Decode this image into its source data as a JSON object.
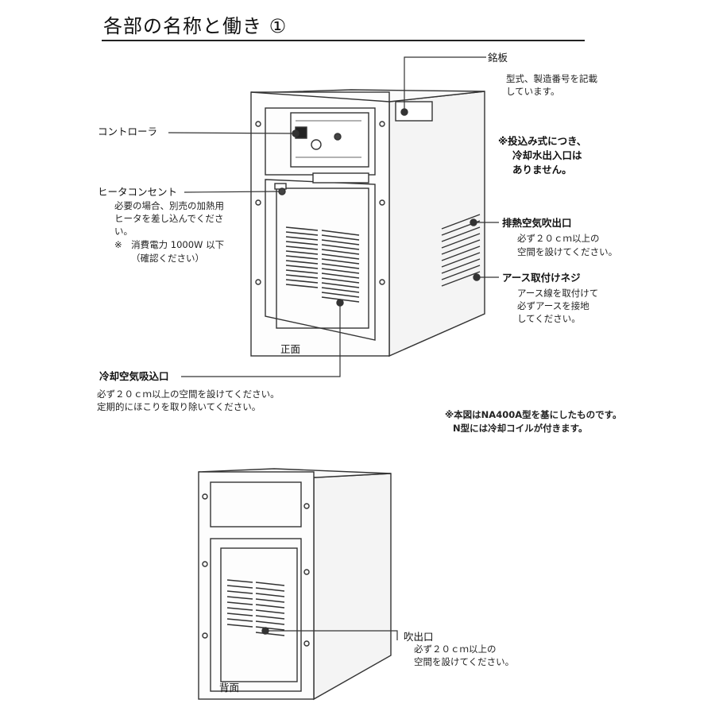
{
  "title": "各部の名称と働き ①",
  "front": {
    "caption": "正面",
    "controller": {
      "label": "コントローラ"
    },
    "nameplate": {
      "label": "銘板",
      "desc": [
        "型式、製造番号を記載",
        "しています。"
      ]
    },
    "no_ports_note": [
      "※投込み式につき、",
      "冷却水出入口は",
      "ありません。"
    ],
    "heater_outlet": {
      "label": "ヒータコンセント",
      "desc": [
        "必要の場合、別売の加熱用",
        "ヒータを差し込んでくださ",
        "い。",
        "※　消費電力 1000W 以下",
        "（確認ください）"
      ]
    },
    "exhaust_vent": {
      "label": "排熱空気吹出口",
      "desc": [
        "必ず２０ｃｍ以上の",
        "空間を設けてください。"
      ]
    },
    "ground_screw": {
      "label": "アース取付けネジ",
      "desc": [
        "アース線を取付けて",
        "必ずアースを接地",
        "してください。"
      ]
    },
    "intake_vent": {
      "label": "冷却空気吸込口",
      "desc": [
        "必ず２０ｃｍ以上の空間を設けてください。",
        "定期的にほこりを取り除いてください。"
      ]
    },
    "model_note": [
      "※本図はNA400A型を基にしたものです。",
      "N型には冷却コイルが付きます。"
    ]
  },
  "back": {
    "caption": "背面",
    "outlet": {
      "label": "吹出口",
      "desc": [
        "必ず２０ｃｍ以上の",
        "空間を設けてください。"
      ]
    }
  }
}
